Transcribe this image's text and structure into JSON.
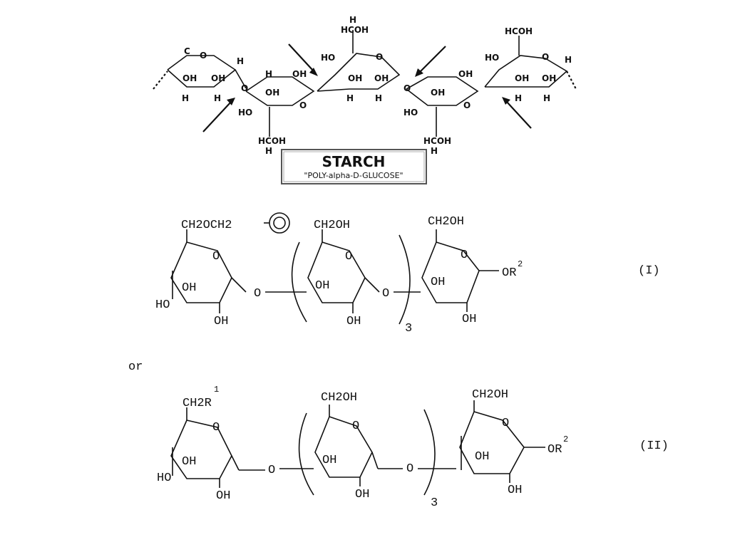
{
  "starch": {
    "title": "STARCH",
    "subtitle": "\"POLY-alpha-D-GLUCOSE\"",
    "ring_labels": {
      "c": "C",
      "h": "H",
      "o": "O",
      "oh": "OH",
      "ho": "HO",
      "hcoh": "HCOH",
      "hcoh_dim": "HCOH"
    }
  },
  "formula_I": {
    "substituent": "CH2OCH2",
    "ring2_top": "CH2OH",
    "ring3_top": "CH2OH",
    "ring_o": "O",
    "link_o": "O",
    "oh": "OH",
    "ho": "HO",
    "or2": "OR",
    "sup2": "2",
    "repeat": "3",
    "label": "(I)"
  },
  "connector": "or",
  "formula_II": {
    "ring1_top": "CH2R",
    "sup1": "1",
    "ring2_top": "CH2OH",
    "ring3_top": "CH2OH",
    "ring_o": "O",
    "link_o": "O",
    "oh": "OH",
    "ho": "HO",
    "or2": "OR",
    "sup2": "2",
    "repeat": "3",
    "label": "(II)"
  }
}
